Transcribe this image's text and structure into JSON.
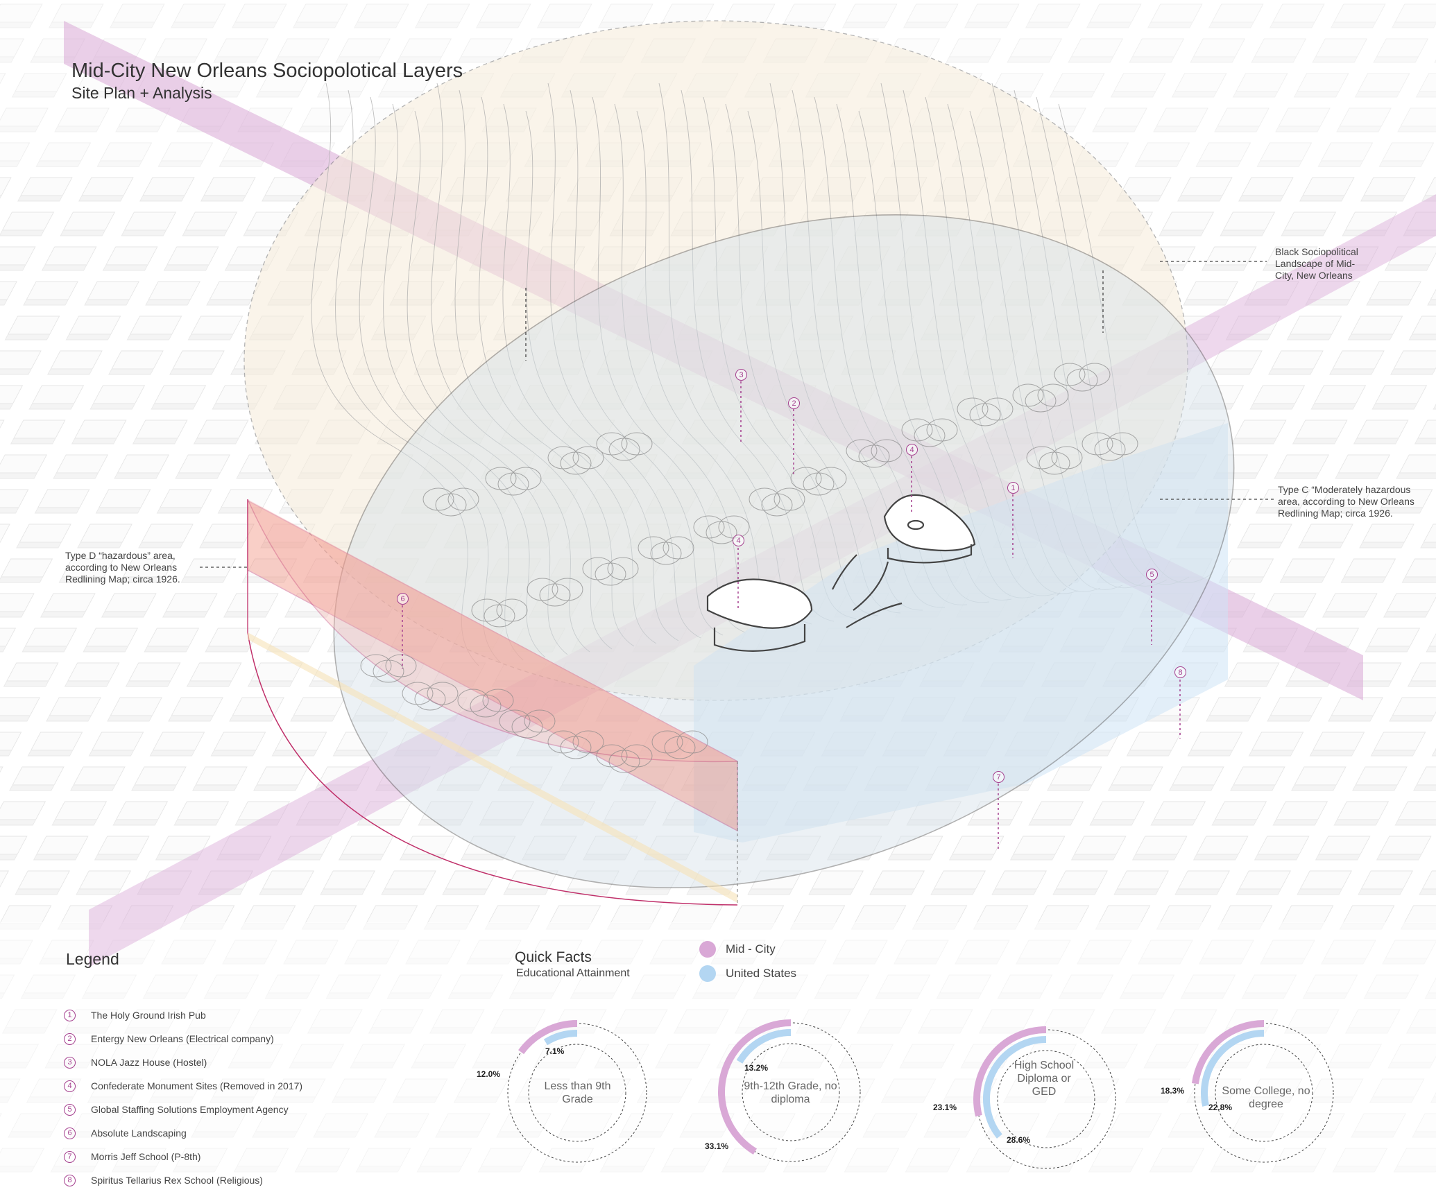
{
  "header": {
    "title": "Mid-City New Orleans Sociopolotical Layers",
    "subtitle": "Site Plan + Analysis"
  },
  "annotations": {
    "black_landscape": "Black Sociopolitical Landscape of Mid- City, New Orleans",
    "type_c": "Type C “Moderately hazardous area, according to New Orleans Redlining Map; circa 1926.",
    "type_d": "Type D “hazardous” area, according to New Orleans Redlining Map; circa 1926."
  },
  "legend": {
    "title": "Legend",
    "items": [
      {
        "num": "1",
        "label": "The Holy Ground Irish Pub"
      },
      {
        "num": "2",
        "label": "Entergy New Orleans (Electrical company)"
      },
      {
        "num": "3",
        "label": "NOLA Jazz House (Hostel)"
      },
      {
        "num": "4",
        "label": "Confederate Monument Sites (Removed in 2017)"
      },
      {
        "num": "5",
        "label": "Global Staffing Solutions Employment Agency"
      },
      {
        "num": "6",
        "label": "Absolute Landscaping"
      },
      {
        "num": "7",
        "label": "Morris Jeff School (P-8th)"
      },
      {
        "num": "8",
        "label": "Spiritus Tellarius Rex School (Religious)"
      }
    ]
  },
  "quick_facts": {
    "title": "Quick Facts",
    "subtitle": "Educational Attainment",
    "keys": [
      {
        "label": "Mid - City",
        "color": "#d9a8d6"
      },
      {
        "label": "United States",
        "color": "#b3d6f2"
      }
    ],
    "rings": [
      {
        "label": "Less than 9th Grade",
        "mid_city": "12.0%",
        "us": "7.1%"
      },
      {
        "label": "9th-12th Grade, no diploma",
        "mid_city": "33.1%",
        "us": "13.2%"
      },
      {
        "label": "High School Diploma or GED",
        "mid_city": "23.1%",
        "us": "28.6%"
      },
      {
        "label": "Some College, no degree",
        "mid_city": "18.3%",
        "us": "22.8%"
      }
    ]
  },
  "chart_data": {
    "type": "pie",
    "title": "Quick Facts",
    "subtitle": "Educational Attainment",
    "categories": [
      "Less than 9th Grade",
      "9th-12th Grade, no diploma",
      "High School Diploma or GED",
      "Some College, no degree"
    ],
    "series": [
      {
        "name": "Mid - City",
        "values": [
          12.0,
          33.1,
          23.1,
          18.3
        ]
      },
      {
        "name": "United States",
        "values": [
          7.1,
          13.2,
          28.6,
          22.8
        ]
      }
    ]
  },
  "map_markers": [
    {
      "num": "3"
    },
    {
      "num": "2"
    },
    {
      "num": "4"
    },
    {
      "num": "1"
    },
    {
      "num": "4"
    },
    {
      "num": "5"
    },
    {
      "num": "6"
    },
    {
      "num": "8"
    },
    {
      "num": "7"
    }
  ],
  "colors": {
    "magenta": "#d9a8d6",
    "blue": "#b3d6f2",
    "redline": "#c0306a",
    "accent": "#a5408f"
  }
}
